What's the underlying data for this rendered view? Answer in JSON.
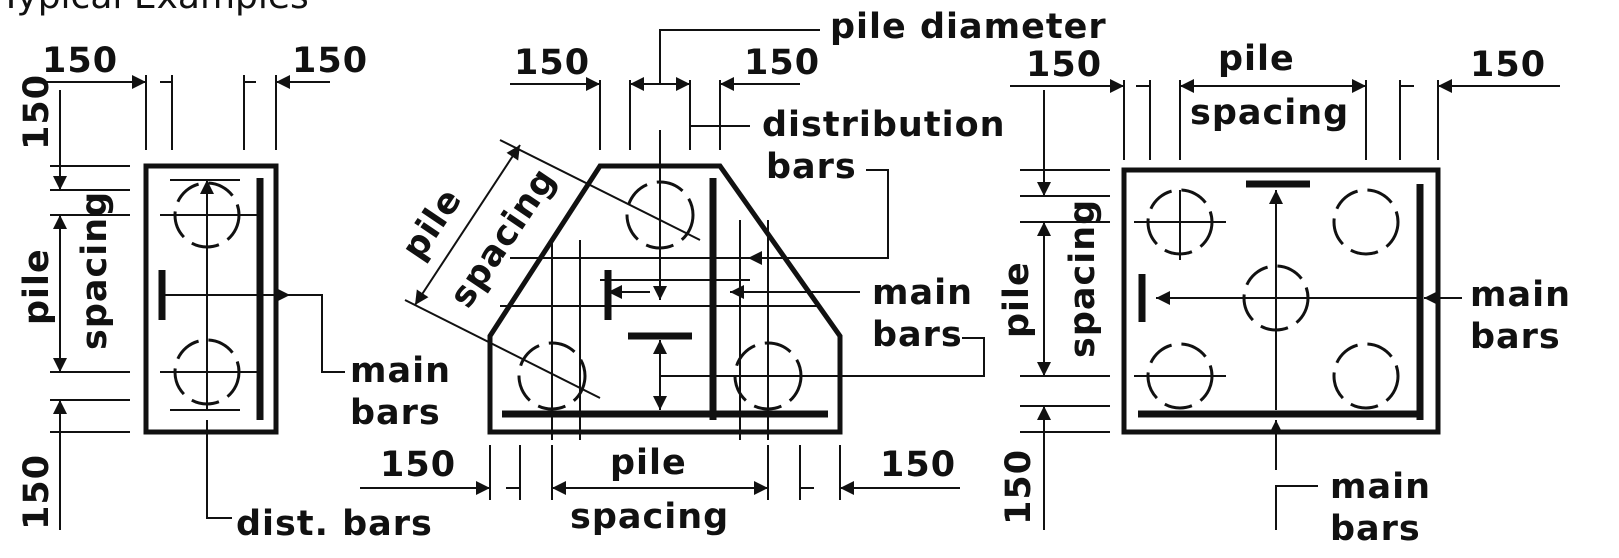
{
  "header": {
    "title": "Typical Examples"
  },
  "labels": {
    "dim_150": "150",
    "pile": "pile",
    "spacing": "spacing",
    "main": "main",
    "bars": "bars",
    "dist_bars": "dist. bars",
    "pile_diameter": "pile diameter",
    "distribution": "distribution"
  },
  "colors": {
    "ink": "#111111",
    "paper": "#ffffff"
  }
}
